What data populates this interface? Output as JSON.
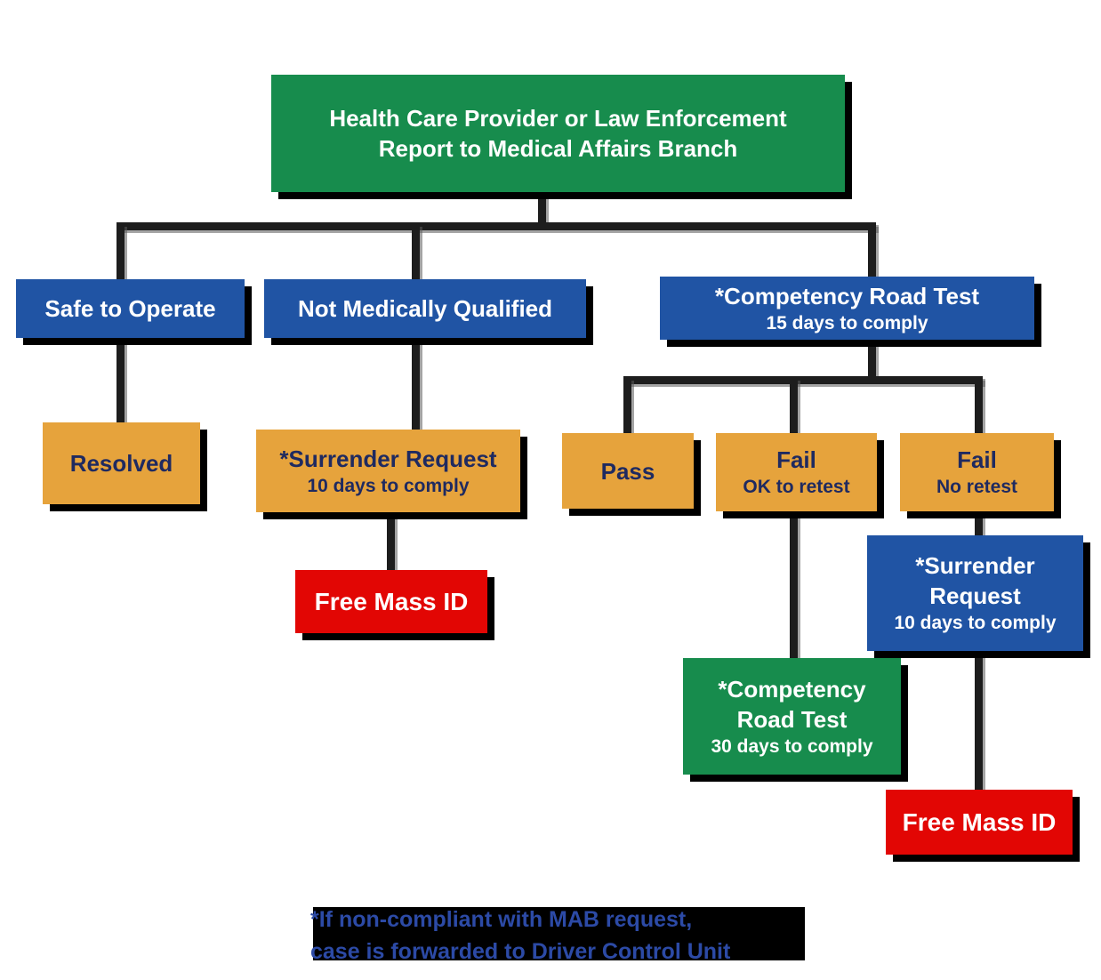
{
  "nodes": {
    "report": {
      "lines": [
        "Health Care Provider or Law Enforcement",
        "Report to Medical Affairs Branch"
      ]
    },
    "safe_to_operate": {
      "lines": [
        "Safe to Operate"
      ]
    },
    "not_medically_qualified": {
      "lines": [
        "Not Medically Qualified"
      ]
    },
    "competency_road_test_15": {
      "lines": [
        "*Competency Road Test",
        "15 days to comply"
      ]
    },
    "resolved": {
      "lines": [
        "Resolved"
      ]
    },
    "surrender_request_10": {
      "lines": [
        "*Surrender Request",
        "10 days to comply"
      ]
    },
    "pass": {
      "lines": [
        "Pass"
      ]
    },
    "fail_ok_to_retest": {
      "lines": [
        "Fail",
        "OK to retest"
      ]
    },
    "fail_no_retest": {
      "lines": [
        "Fail",
        "No retest"
      ]
    },
    "free_mass_id_left": {
      "lines": [
        "Free Mass ID"
      ]
    },
    "surrender_request_2": {
      "lines": [
        "*Surrender",
        "Request",
        "10 days to comply"
      ]
    },
    "competency_road_test_30": {
      "lines": [
        "*Competency",
        "Road Test",
        "30 days to comply"
      ]
    },
    "free_mass_id_right": {
      "lines": [
        "Free Mass ID"
      ]
    }
  },
  "footnote": {
    "lines": [
      "*If non-compliant with MAB request,",
      "case is forwarded to Driver Control Unit"
    ]
  },
  "colors": {
    "node_green": "#178C4D",
    "node_blue": "#2054A4",
    "node_orange": "#E6A33C",
    "node_red": "#E20604",
    "text_white": "#FFFFFF",
    "text_navy": "#1F2A60",
    "footnote_blue": "#2C4AA6",
    "connector_black": "#1D1D1D",
    "shadow_black": "#000000",
    "background": "#FFFFFF"
  }
}
